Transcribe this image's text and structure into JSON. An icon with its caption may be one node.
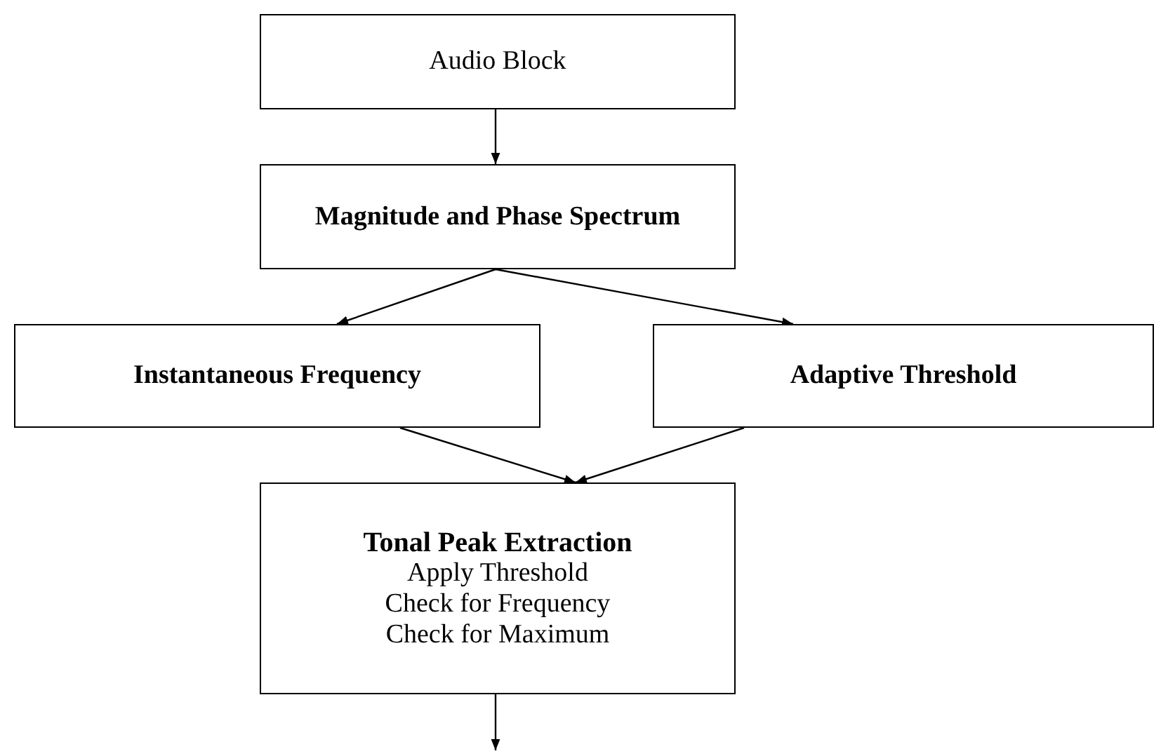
{
  "diagram": {
    "nodes": [
      {
        "text": [
          "Audio Block"
        ]
      },
      {
        "text": [
          "Magnitude and Phase Spectrum"
        ]
      },
      {
        "text": [
          "Instantaneous Frequency"
        ]
      },
      {
        "text": [
          "Adaptive Threshold"
        ]
      },
      {
        "text": [
          "Tonal Peak Extraction",
          "Apply Threshold",
          "Check for Frequency",
          "Check for Maximum"
        ]
      }
    ],
    "edges": [
      {
        "from": 0,
        "to": 1,
        "arrow": "to"
      },
      {
        "from": 1,
        "to": 2,
        "arrow": "to"
      },
      {
        "from": 1,
        "to": 3,
        "arrow": "to"
      },
      {
        "from": 2,
        "to": 4,
        "arrow": "to"
      },
      {
        "from": 3,
        "to": 4,
        "arrow": "to"
      },
      {
        "from": 4,
        "to": null,
        "arrow": "to"
      }
    ]
  }
}
